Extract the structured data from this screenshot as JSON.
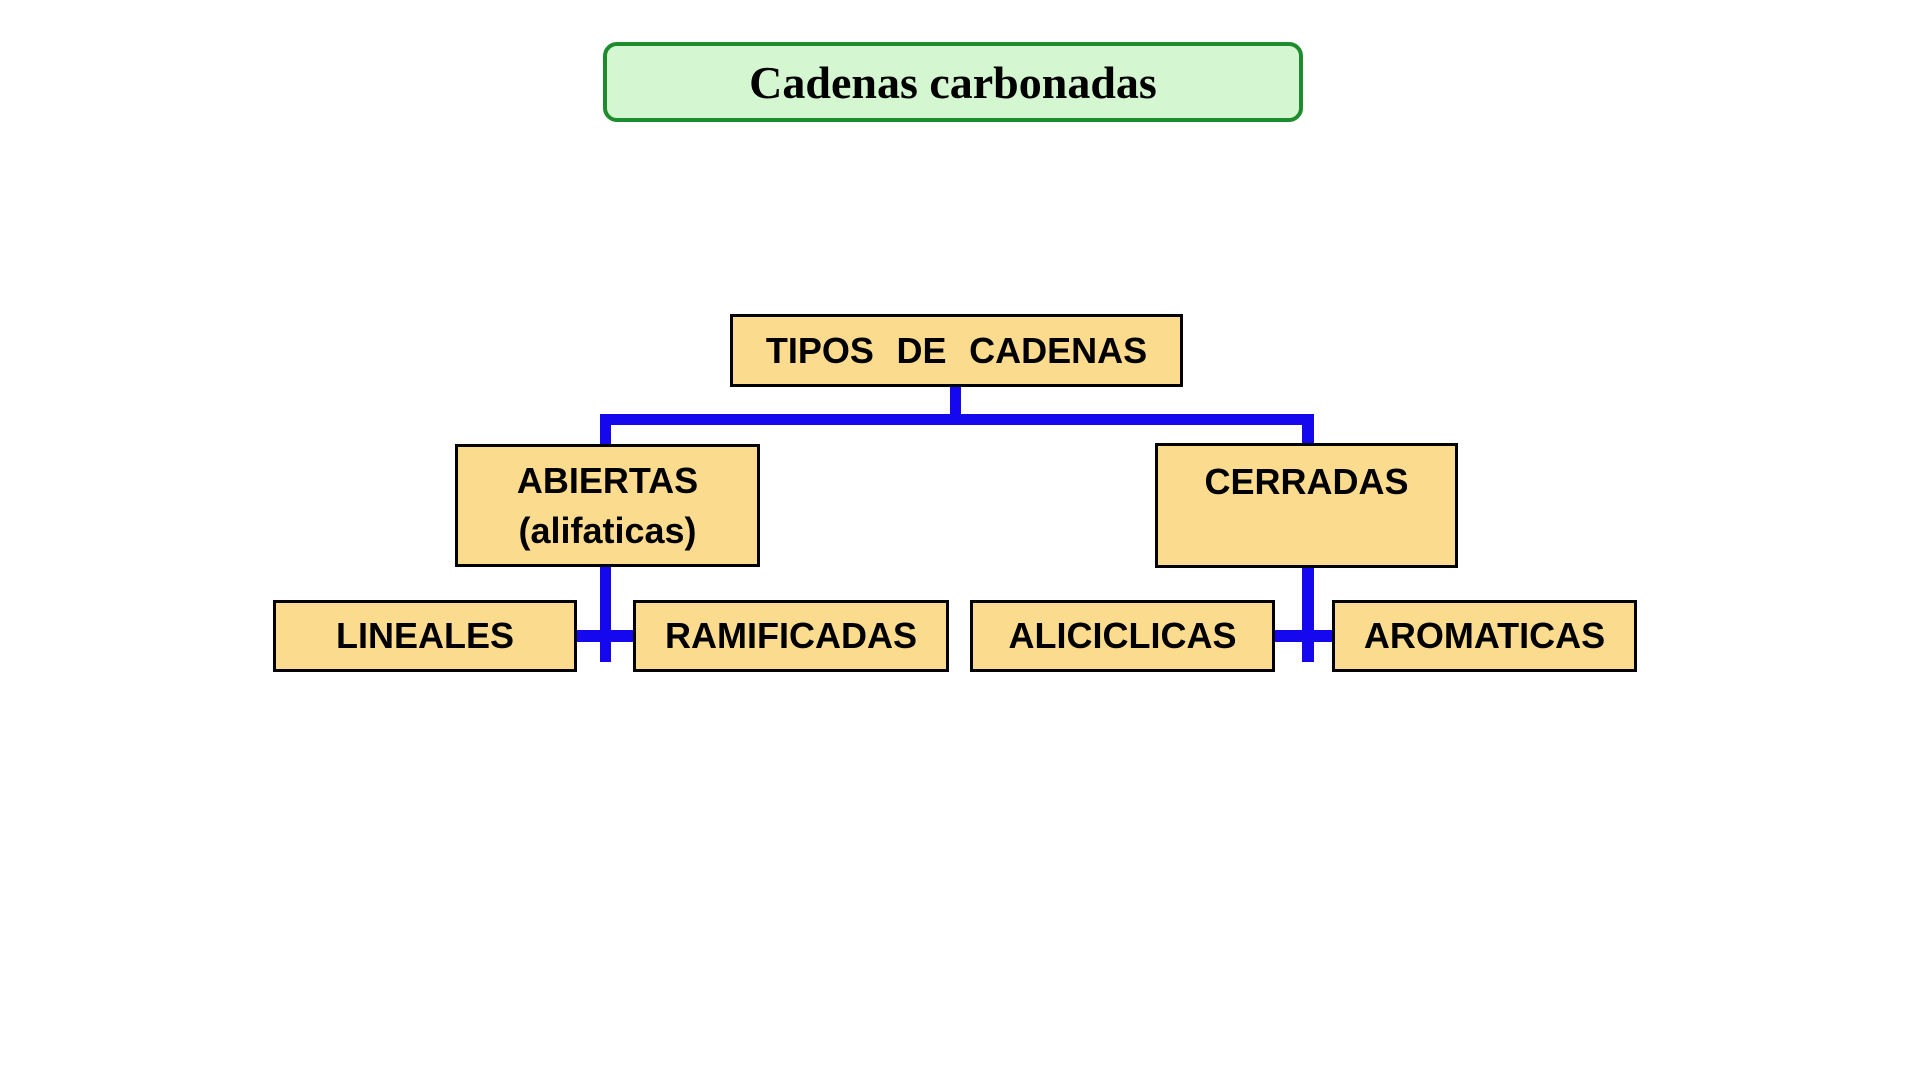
{
  "title_box": {
    "label": "Cadenas carbonadas"
  },
  "tree": {
    "root": {
      "label": "TIPOS DE CADENAS"
    },
    "left_branch": {
      "line1": "ABIERTAS",
      "line2": "(alifaticas)",
      "children": [
        {
          "label": "LINEALES"
        },
        {
          "label": "RAMIFICADAS"
        }
      ]
    },
    "right_branch": {
      "line1": "CERRADAS",
      "children": [
        {
          "label": "ALICICLICAS"
        },
        {
          "label": "AROMATICAS"
        }
      ]
    }
  },
  "colors": {
    "background": "#FFFFFF",
    "node_fill": "#FBDC8E",
    "node_border": "#000000",
    "node_text": "#000000",
    "connector_blue": "#1507EE",
    "title_fill": "#D4F6D0",
    "title_border": "#1C8C2C",
    "title_text": "#000000"
  }
}
